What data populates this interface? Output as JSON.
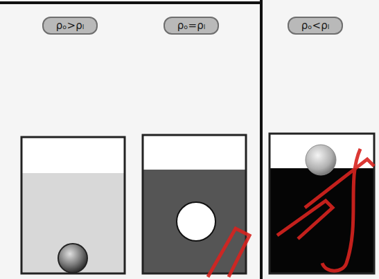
{
  "diagram": {
    "nodes": [
      {
        "text": [
          "ρₒ>ρₗ"
        ]
      },
      {
        "text": [
          "ρₒ=ρₗ"
        ]
      },
      {
        "text": [
          "ρₒ<ρₗ"
        ]
      }
    ]
  }
}
